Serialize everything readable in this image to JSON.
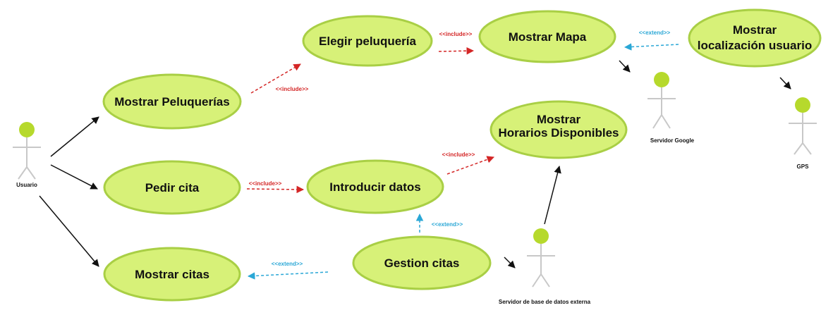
{
  "colors": {
    "ellipse_fill": "#d7f178",
    "ellipse_stroke": "#a9cf45",
    "actor_head": "#b6d92c",
    "include": "#d42626",
    "extend": "#2aa7d6",
    "association": "#111111"
  },
  "use_cases": {
    "mostrar_peluquerias": "Mostrar Peluquerías",
    "elegir_peluqueria": "Elegir peluquería",
    "mostrar_mapa": "Mostrar Mapa",
    "mostrar_localizacion_l1": "Mostrar",
    "mostrar_localizacion_l2": "localización usuario",
    "mostrar_horarios_l1": "Mostrar",
    "mostrar_horarios_l2": "Horarios Disponibles",
    "pedir_cita": "Pedir cita",
    "introducir_datos": "Introducir datos",
    "gestion_citas": "Gestion citas",
    "mostrar_citas": "Mostrar citas"
  },
  "actors": {
    "usuario": "Usuario",
    "servidor_google": "Servidor  Google",
    "gps": "GPS",
    "servidor_bd": "Servidor de base de datos externa"
  },
  "stereotypes": {
    "include": "<<include>>",
    "extend": "<<extend>>"
  }
}
